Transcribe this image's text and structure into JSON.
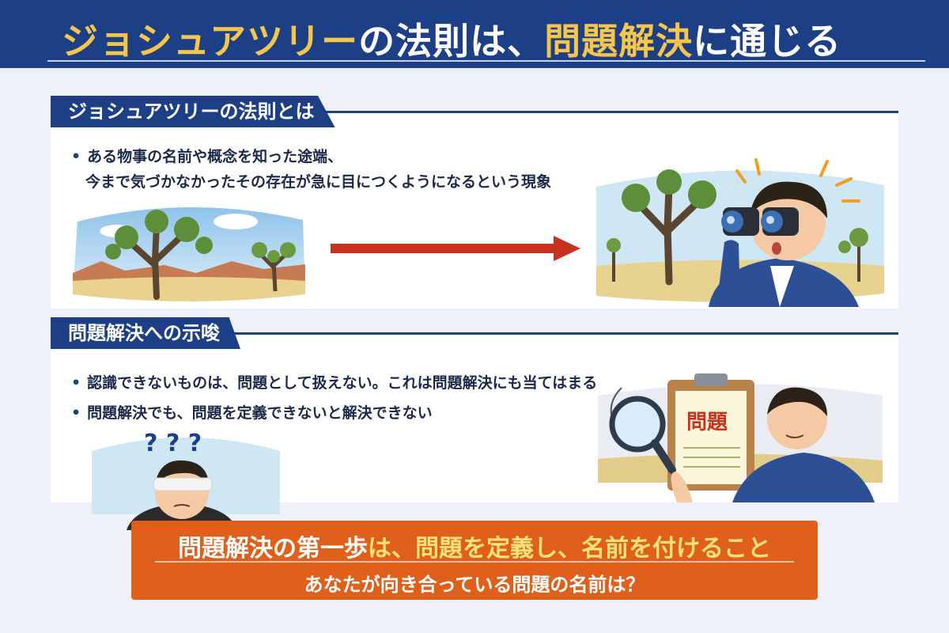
{
  "header": {
    "title_part1": "ジョシュアツリー",
    "title_part2": "の法則は、",
    "title_part3": "問題解決",
    "title_part4": "に通じる"
  },
  "section1": {
    "tab_label": "ジョシュアツリーの法則とは",
    "bullet_line1": "ある物事の名前や概念を知った途端、",
    "bullet_line2": "今まで気づかなかったその存在が急に目につくようになるという現象"
  },
  "section2": {
    "tab_label": "問題解決への示唆",
    "bullets": [
      "認識できないものは、問題として扱えない。これは問題解決にも当てはまる",
      "問題解決でも、問題を定義できないと解決できない"
    ],
    "question_marks": "? ? ?",
    "clipboard_text": "問題"
  },
  "banner": {
    "main_part1": "問題解決の第一歩",
    "main_part2": "は、",
    "main_part3": "問題を定義し、名前を付けること",
    "sub": "あなたが向き合っている問題の名前は？"
  },
  "colors": {
    "navy": "#1d3f86",
    "gold": "#f5c64a",
    "orange": "#e0601b",
    "arrow_red": "#c8321e"
  },
  "icons": [
    "joshua-tree-scene",
    "arrow-right-icon",
    "binoculars-person",
    "blindfolded-person",
    "magnifier-person",
    "clipboard-icon"
  ]
}
